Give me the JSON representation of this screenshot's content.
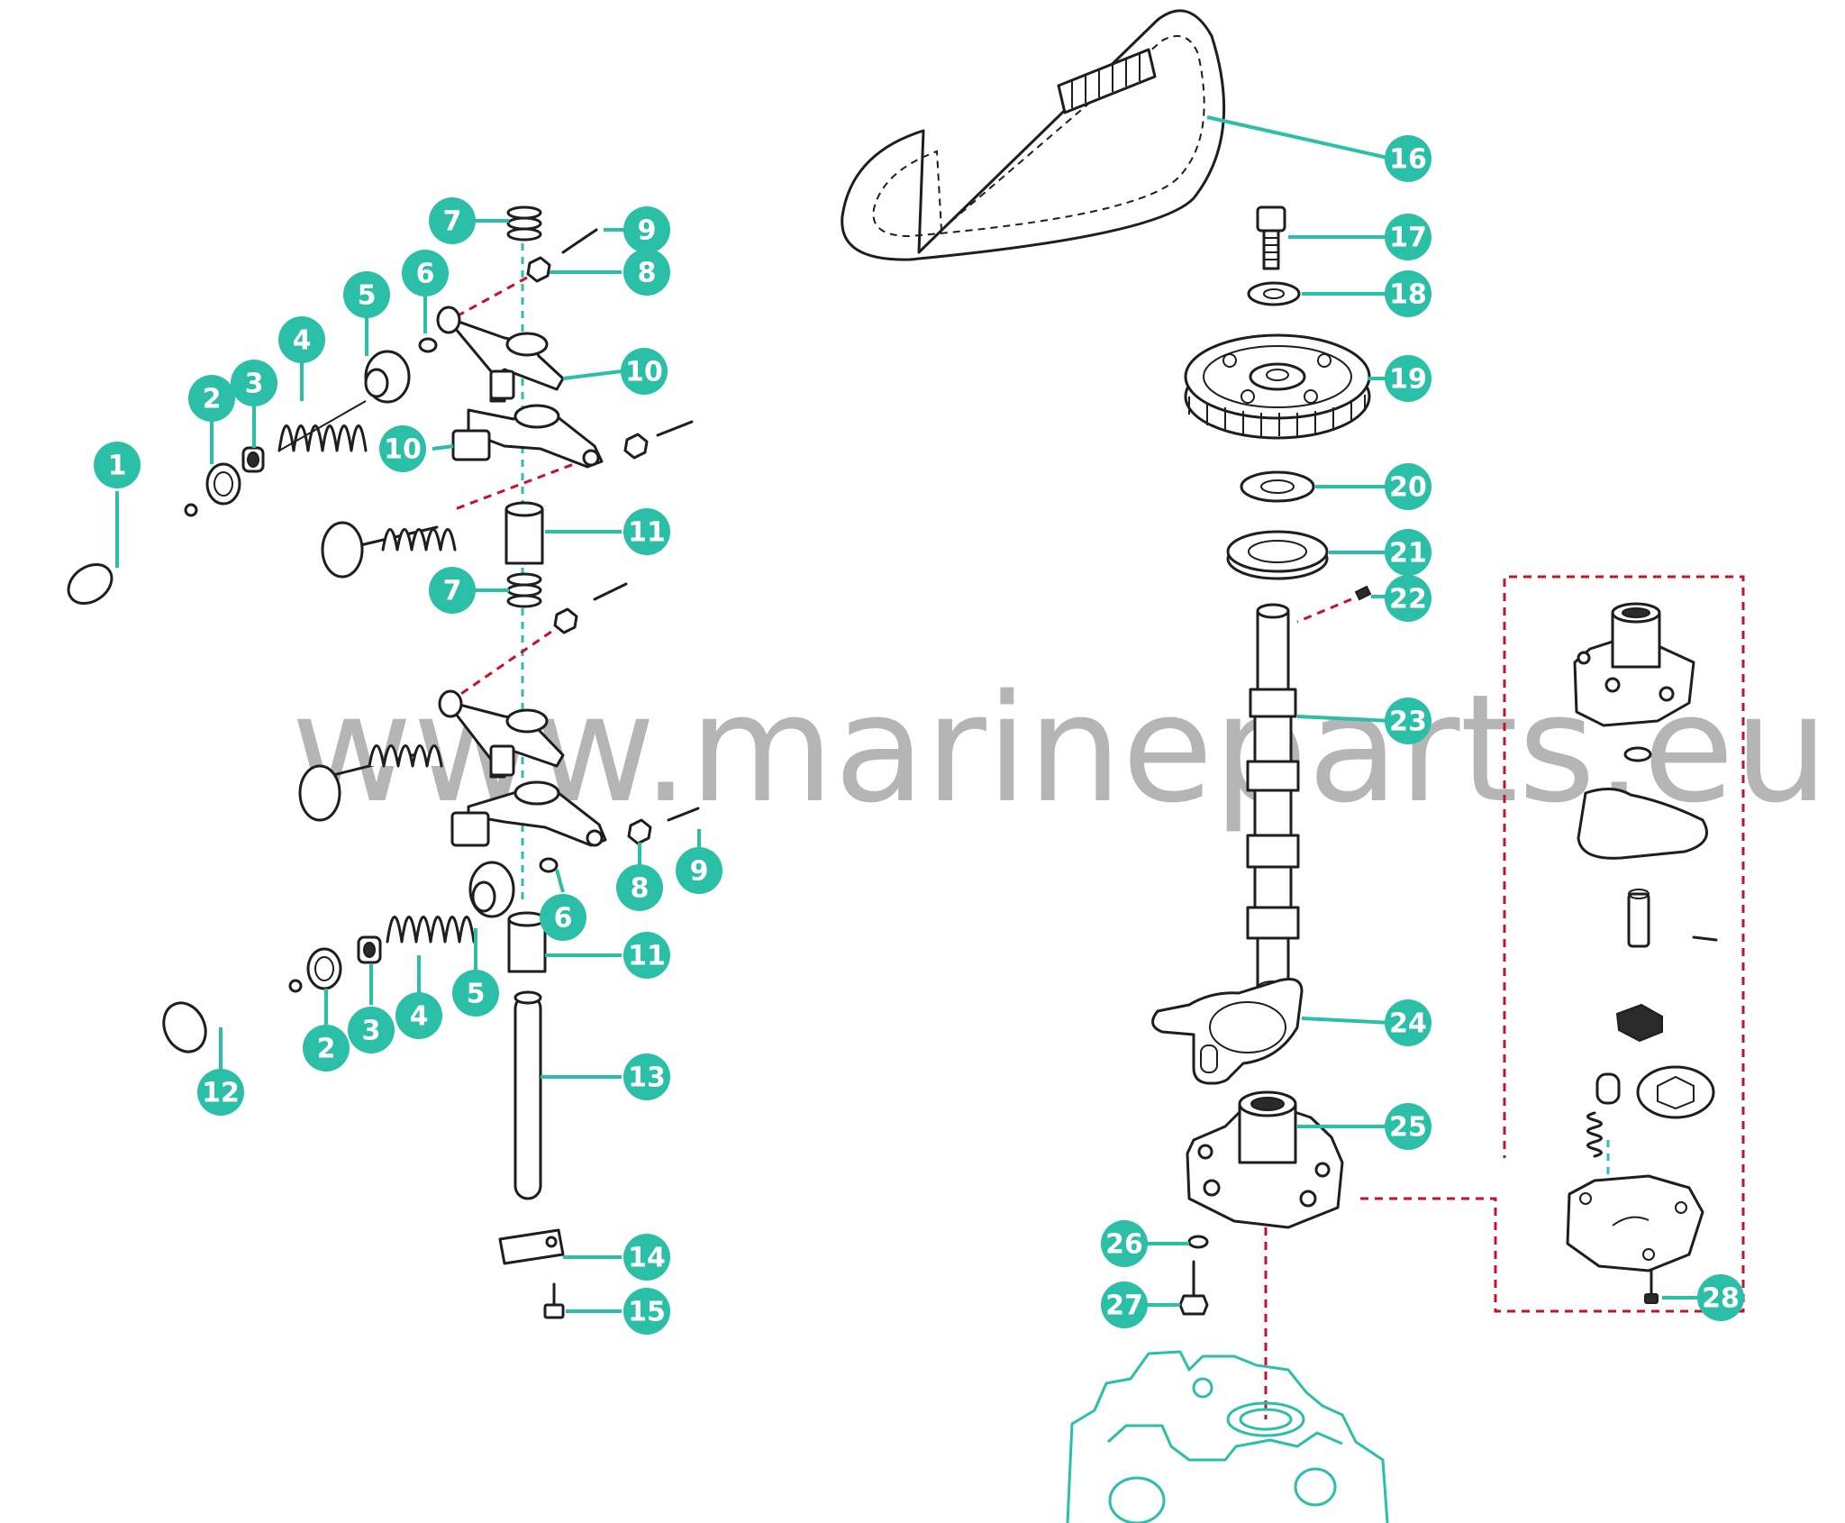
{
  "watermark": "www.marineparts.eu",
  "colors": {
    "accent": "#2bbfa8",
    "dashed_group": "#c8102e",
    "linework": "#1e1e1e"
  },
  "callouts": [
    {
      "id": "c1",
      "label": "1"
    },
    {
      "id": "c2a",
      "label": "2"
    },
    {
      "id": "c3a",
      "label": "3"
    },
    {
      "id": "c4a",
      "label": "4"
    },
    {
      "id": "c5a",
      "label": "5"
    },
    {
      "id": "c6a",
      "label": "6"
    },
    {
      "id": "c7a",
      "label": "7"
    },
    {
      "id": "c8a",
      "label": "8"
    },
    {
      "id": "c9a",
      "label": "9"
    },
    {
      "id": "c10a",
      "label": "10"
    },
    {
      "id": "c10b",
      "label": "10"
    },
    {
      "id": "c11a",
      "label": "11"
    },
    {
      "id": "c7b",
      "label": "7"
    },
    {
      "id": "c9b",
      "label": "9"
    },
    {
      "id": "c8b",
      "label": "8"
    },
    {
      "id": "c6b",
      "label": "6"
    },
    {
      "id": "c11b",
      "label": "11"
    },
    {
      "id": "c5b",
      "label": "5"
    },
    {
      "id": "c4b",
      "label": "4"
    },
    {
      "id": "c3b",
      "label": "3"
    },
    {
      "id": "c2b",
      "label": "2"
    },
    {
      "id": "c12",
      "label": "12"
    },
    {
      "id": "c13",
      "label": "13"
    },
    {
      "id": "c14",
      "label": "14"
    },
    {
      "id": "c15",
      "label": "15"
    },
    {
      "id": "c16",
      "label": "16"
    },
    {
      "id": "c17",
      "label": "17"
    },
    {
      "id": "c18",
      "label": "18"
    },
    {
      "id": "c19",
      "label": "19"
    },
    {
      "id": "c20",
      "label": "20"
    },
    {
      "id": "c21",
      "label": "21"
    },
    {
      "id": "c22",
      "label": "22"
    },
    {
      "id": "c23",
      "label": "23"
    },
    {
      "id": "c24",
      "label": "24"
    },
    {
      "id": "c25",
      "label": "25"
    },
    {
      "id": "c26",
      "label": "26"
    },
    {
      "id": "c27",
      "label": "27"
    },
    {
      "id": "c28",
      "label": "28"
    }
  ]
}
